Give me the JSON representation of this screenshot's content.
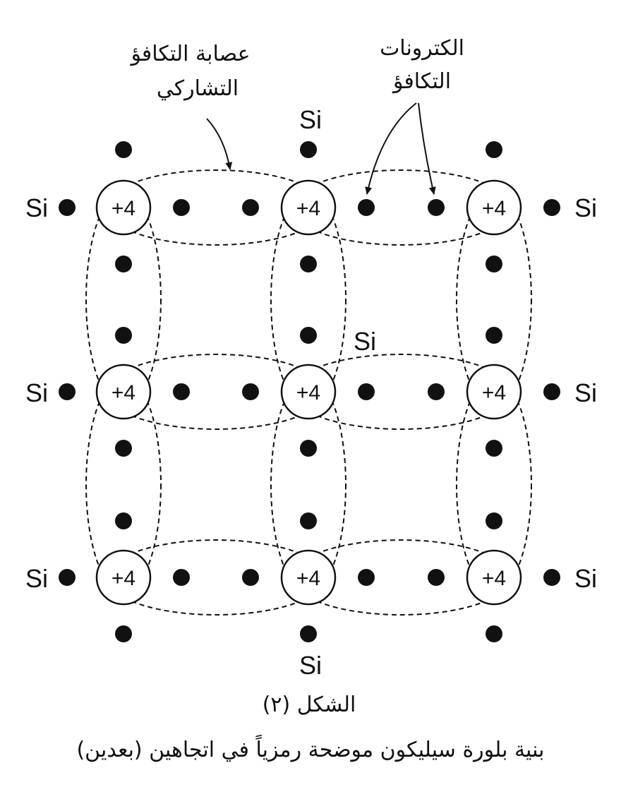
{
  "core_charge": "+4",
  "atom_label": "Si",
  "annotations": {
    "bond_label_line1": "عصابة التكافؤ",
    "bond_label_line2": "التشاركي",
    "electrons_label_line1": "الكترونات",
    "electrons_label_line2": "التكافؤ"
  },
  "caption": {
    "figure_number": "الشكل (٢)",
    "description": "بنية بلورة سيليكون موضحة رمزياً في اتجاهين (بعدين)"
  },
  "colors": {
    "ink": "#111111",
    "background": "#ffffff"
  }
}
